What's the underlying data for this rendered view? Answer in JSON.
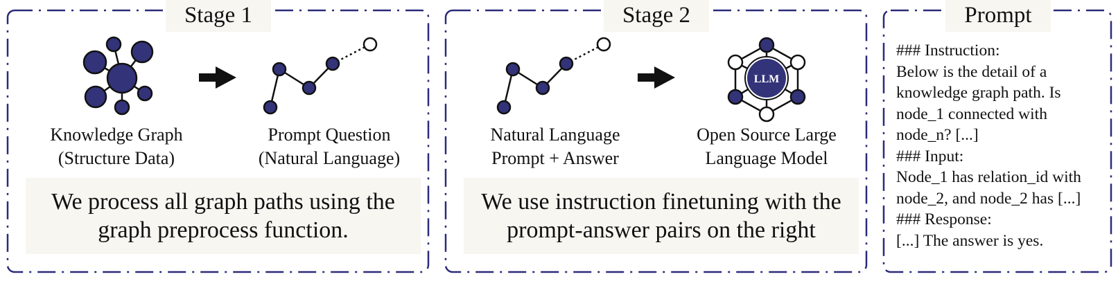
{
  "stage1": {
    "title": "Stage 1",
    "left_label": [
      "Knowledge Graph",
      "(Structure Data)"
    ],
    "right_label": [
      "Prompt Question",
      "(Natural Language)"
    ],
    "caption": [
      "We process all graph paths using the",
      "graph preprocess function."
    ]
  },
  "stage2": {
    "title": "Stage 2",
    "left_label": [
      "Natural Language",
      "Prompt + Answer"
    ],
    "right_label": [
      "Open Source Large",
      "Language Model"
    ],
    "llm_badge": "LLM",
    "caption": [
      "We use instruction finetuning with the",
      "prompt-answer pairs on the right"
    ]
  },
  "prompt": {
    "title": "Prompt",
    "lines": [
      "### Instruction:",
      "Below is the detail of a",
      "knowledge graph path. Is",
      "node_1 connected with",
      "node_n? [...]",
      "### Input:",
      "Node_1 has relation_id with",
      "node_2, and node_2 has [...]",
      "### Response:",
      "[...] The answer is yes."
    ]
  },
  "colors": {
    "node_fill": "#33337a",
    "border": "#2b2b7a",
    "panel_bg": "#f7f6f1"
  }
}
